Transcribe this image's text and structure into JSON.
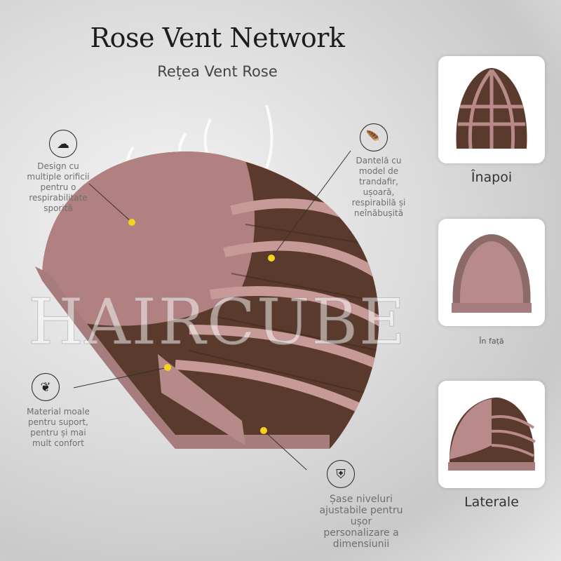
{
  "header": {
    "title": "Rose Vent Network",
    "subtitle": "Rețea Vent Rose"
  },
  "watermark": "HAIRCUBE",
  "callouts": [
    {
      "icon": "cloud-wind-icon",
      "text": "Design cu multiple orificii pentru o respirabilitate sporită"
    },
    {
      "icon": "feather-icon",
      "text": "Dantelă cu model de trandafir, ușoară, respirabilă și neînăbușită"
    },
    {
      "icon": "leaf-icon",
      "text": "Material moale pentru suport, pentru și mai mult confort"
    },
    {
      "icon": "shield-plus-icon",
      "text": "Șase niveluri ajustabile pentru ușor personalizare a dimensiunii"
    }
  ],
  "views": [
    {
      "label": "Înapoi"
    },
    {
      "label": "În față"
    },
    {
      "label": "Laterale"
    }
  ],
  "colors": {
    "cap_brown": "#5a3a2c",
    "lace_pink": "#b98a8a",
    "marker": "#f3d31e"
  }
}
